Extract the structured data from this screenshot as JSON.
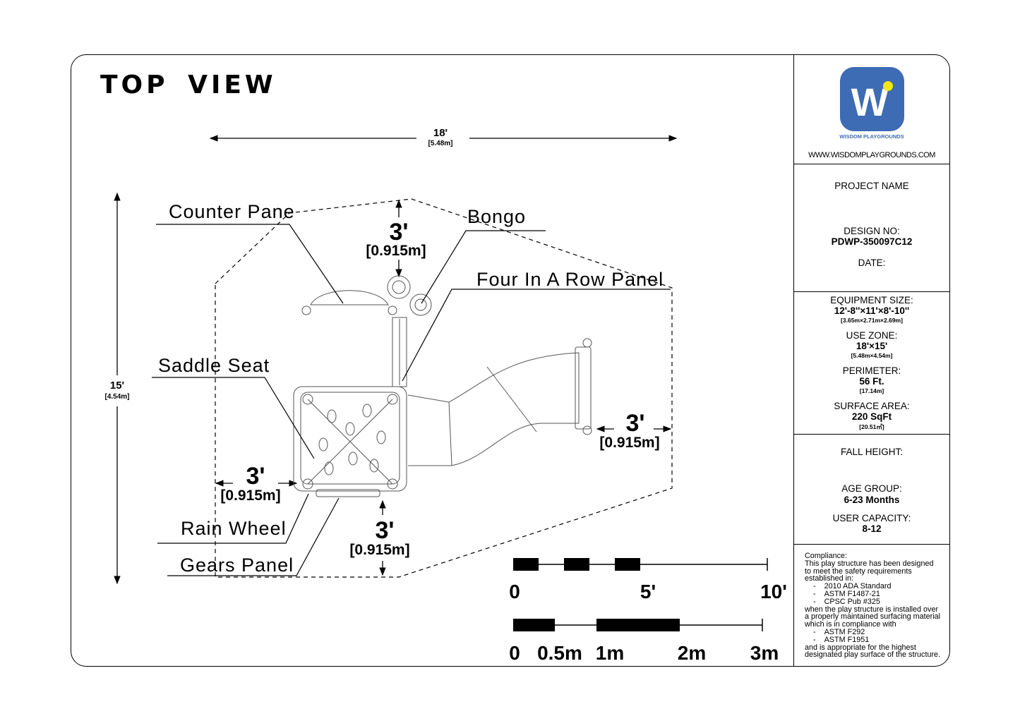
{
  "title": "TOP VIEW",
  "dimensions": {
    "width_ft": "18'",
    "width_m": "[5.48m]",
    "depth_ft": "15'",
    "depth_m": "[4.54m]",
    "clearance_ft": "3'",
    "clearance_m": "[0.915m]"
  },
  "callouts": {
    "counter": "Counter Pane",
    "bongo": "Bongo",
    "four_in_a_row": "Four In A Row Panel",
    "saddle": "Saddle Seat",
    "rain_wheel": "Rain Wheel",
    "gears": "Gears Panel"
  },
  "scale_ft": {
    "labels": [
      "0",
      "5'",
      "10'"
    ]
  },
  "scale_m": {
    "labels": [
      "0",
      "0.5m",
      "1m",
      "2m",
      "3m"
    ]
  },
  "brand": {
    "name": "WISDOM PLAYGROUNDS",
    "url": "WWW.WISDOMPLAYGROUNDS.COM",
    "logo_letter": "W",
    "logo_color": "#3d6bb4",
    "dot_color": "#f5e614"
  },
  "project": {
    "project_name_label": "PROJECT NAME",
    "design_no_label": "DESIGN NO:",
    "design_no": "PDWP-350097C12",
    "date_label": "DATE:"
  },
  "specs": {
    "equipment_size_label": "EQUIPMENT SIZE:",
    "equipment_size": "12'-8''×11'×8'-10''",
    "equipment_size_m": "[3.65m×2.71m×2.69m]",
    "use_zone_label": "USE ZONE:",
    "use_zone": "18'×15'",
    "use_zone_m": "[5.48m×4.54m]",
    "perimeter_label": "PERIMETER:",
    "perimeter": "56 Ft.",
    "perimeter_m": "[17.14m]",
    "surface_area_label": "SURFACE AREA:",
    "surface_area": "220 SqFt",
    "surface_area_m": "[20.51㎡]"
  },
  "users": {
    "fall_height_label": "FALL HEIGHT:",
    "age_group_label": "AGE GROUP:",
    "age_group": "6-23 Months",
    "user_capacity_label": "USER CAPACITY:",
    "user_capacity": "8-12"
  },
  "compliance": {
    "lines": [
      "Compliance:",
      "This play structure has been designed",
      "to meet the safety requirements",
      "established in:"
    ],
    "standards_1": [
      "2010 ADA Standard",
      "ASTM F1487-21",
      "CPSC Pub #325"
    ],
    "middle": [
      "when the play structure is installed over",
      "a properly maintained surfacing material",
      "which is in compliance with"
    ],
    "standards_2": [
      "ASTM F292",
      "ASTM F1951"
    ],
    "end": [
      "and is appropriate for the highest",
      "designated play surface of the structure."
    ]
  }
}
